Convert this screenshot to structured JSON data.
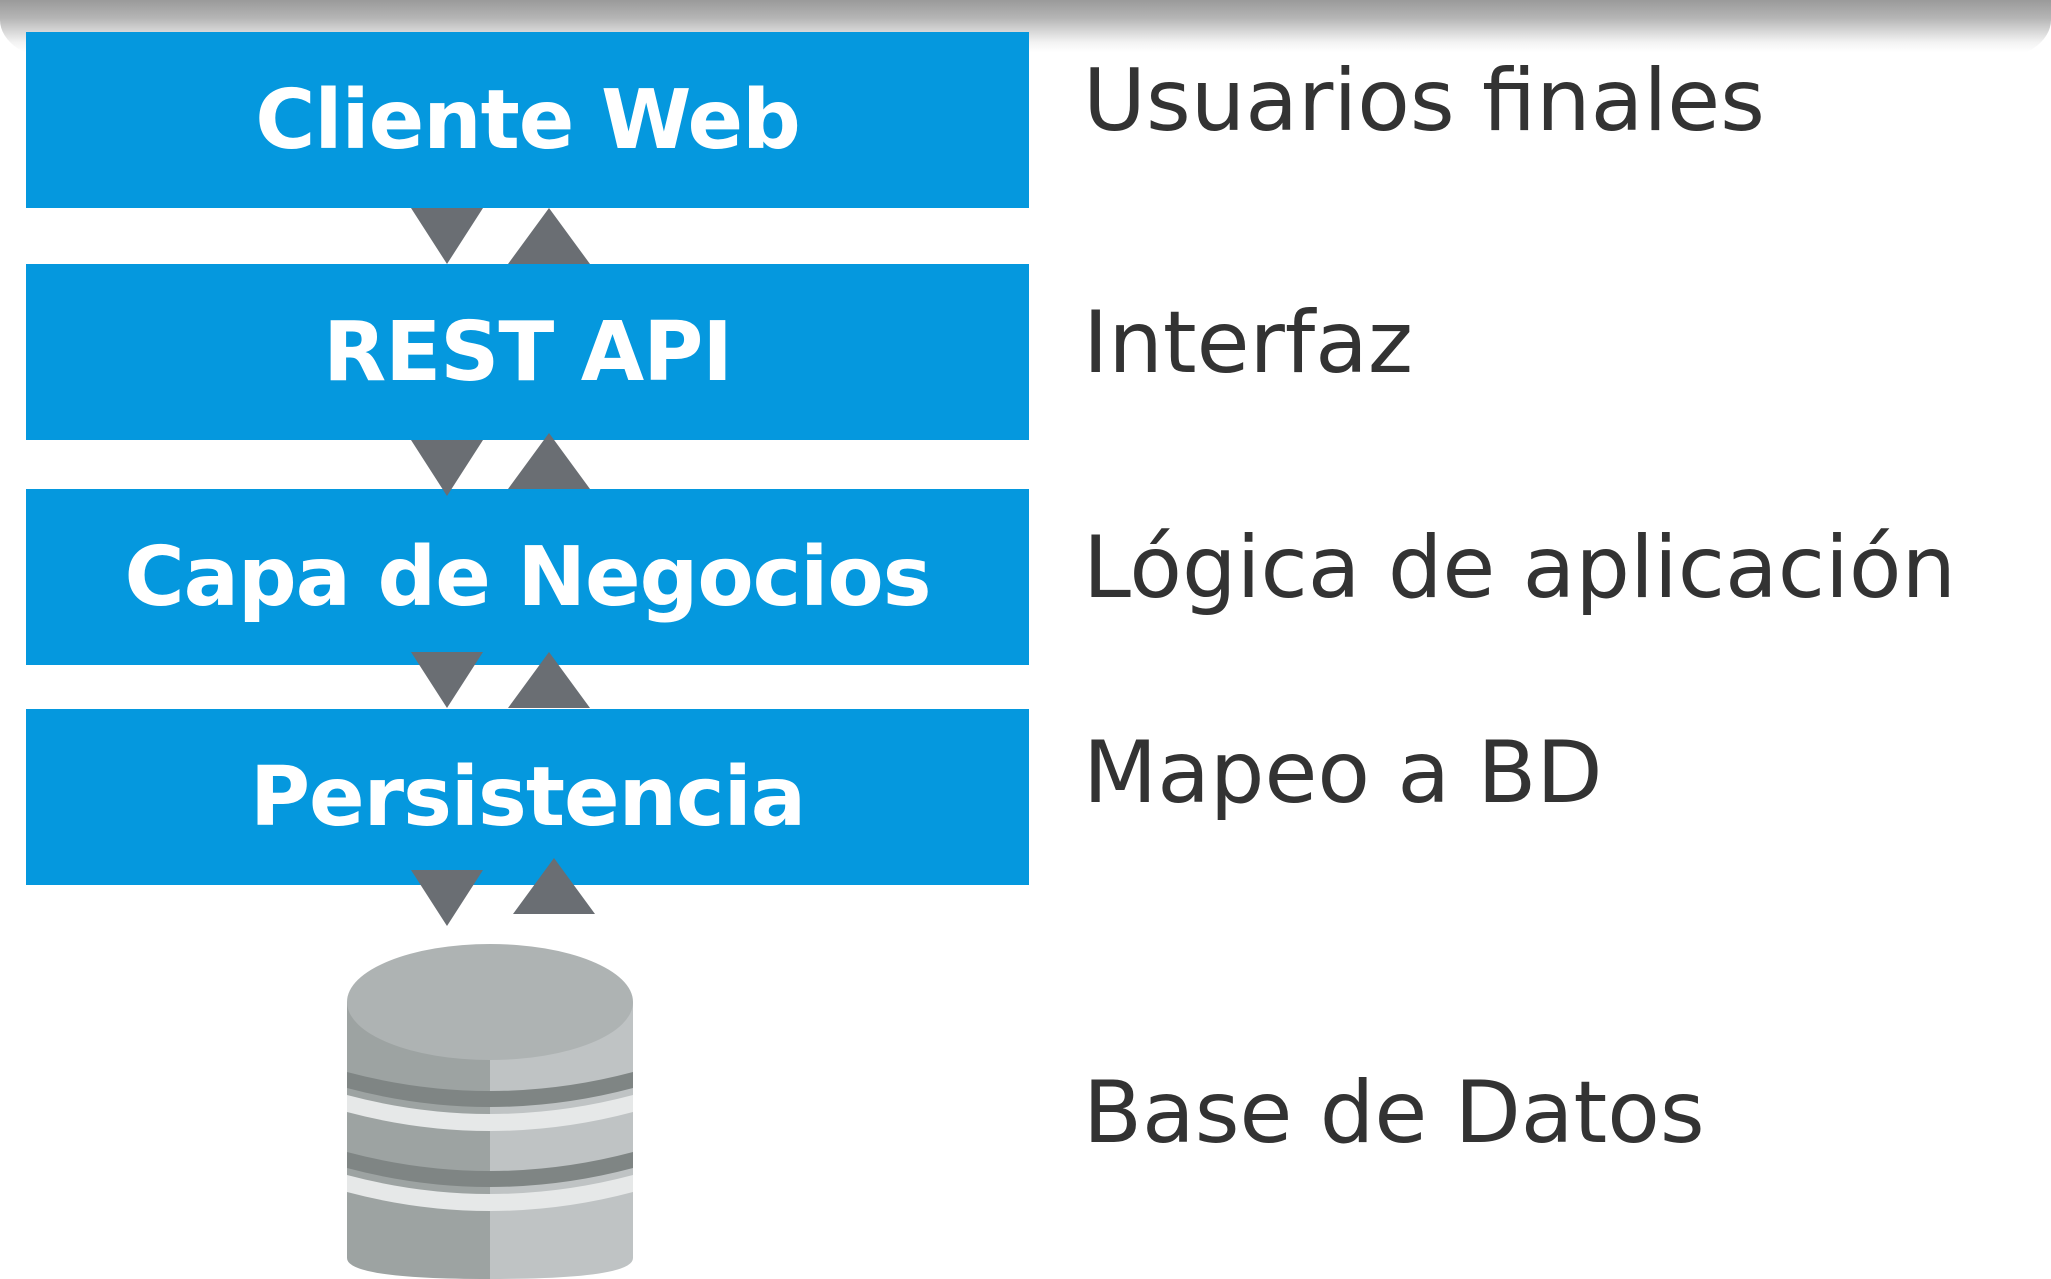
{
  "layers": [
    {
      "label": "Cliente Web",
      "description": "Usuarios finales"
    },
    {
      "label": "REST API",
      "description": "Interfaz"
    },
    {
      "label": "Capa de Negocios",
      "description": "Lógica de aplicación"
    },
    {
      "label": "Persistencia",
      "description": "Mapeo a BD"
    }
  ],
  "database": {
    "description": "Base de Datos",
    "icon": "database-icon"
  },
  "colors": {
    "layer_fill": "#0598de",
    "layer_text": "#ffffff",
    "arrow": "#6a6e73",
    "description_text": "#333333",
    "database_fill": "#a4a9a9"
  }
}
